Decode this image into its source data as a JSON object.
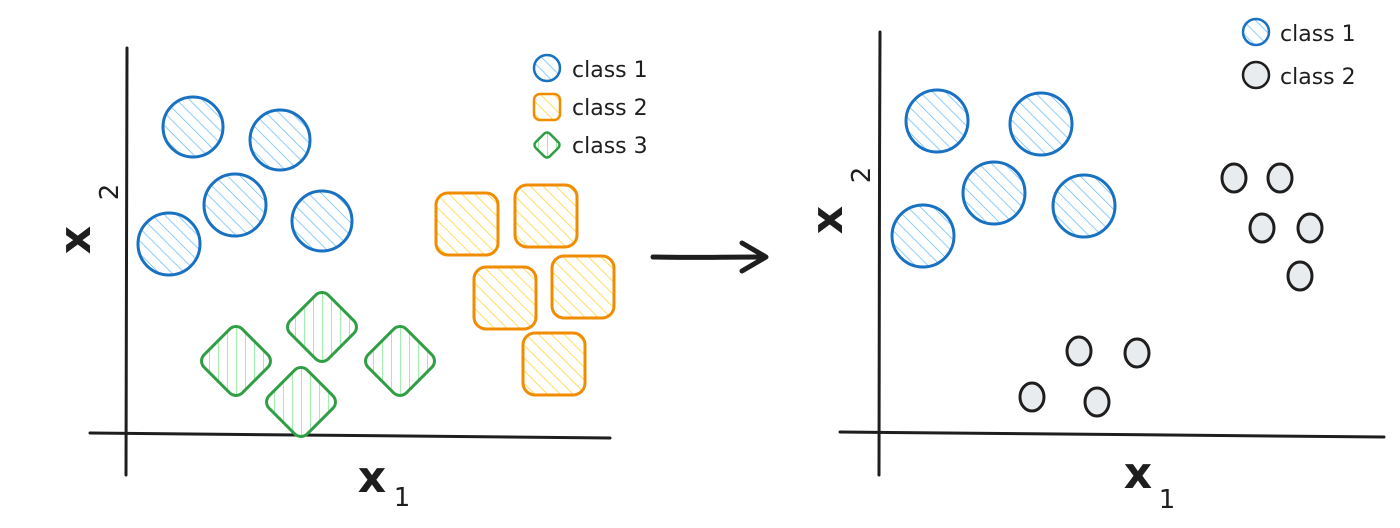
{
  "colors": {
    "ink": "#1e1e1e",
    "class_blue_stroke": "#1971c2",
    "class_blue_fill": "#a5d8ff",
    "class_orange_stroke": "#f08c00",
    "class_orange_fill": "#ffec99",
    "class_green_stroke": "#2f9e44",
    "class_green_fill": "#b2f2bb",
    "class_gray_stroke": "#1e1e1e",
    "class_gray_fill": "#e9ecef"
  },
  "left_panel": {
    "x_label": "x",
    "x_sub": "1",
    "y_label": "x",
    "y_sub": "2",
    "legend": [
      {
        "label": "class 1",
        "shape": "circle",
        "color": "blue"
      },
      {
        "label": "class 2",
        "shape": "square",
        "color": "orange"
      },
      {
        "label": "class 3",
        "shape": "diamond",
        "color": "green"
      }
    ]
  },
  "right_panel": {
    "x_label": "x",
    "x_sub": "1",
    "y_label": "x",
    "y_sub": "2",
    "legend": [
      {
        "label": "class 1",
        "shape": "circle",
        "color": "blue"
      },
      {
        "label": "class 2",
        "shape": "circle",
        "color": "gray"
      }
    ]
  },
  "arrow": {
    "direction": "right"
  }
}
